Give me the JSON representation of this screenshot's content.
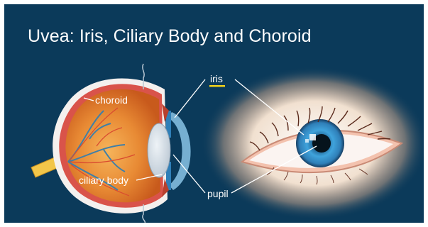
{
  "title": "Uvea: Iris, Ciliary Body and Choroid",
  "labels": {
    "choroid": "choroid",
    "ciliary_body": "ciliary body",
    "iris": "iris",
    "pupil": "pupil"
  },
  "colors": {
    "background": "#0b3a5a",
    "iris_blue": "#2f8fcc",
    "eyeball_orange": "#e07a2a",
    "label_underline": "#f2d21a",
    "leader_line": "#ffffff"
  }
}
